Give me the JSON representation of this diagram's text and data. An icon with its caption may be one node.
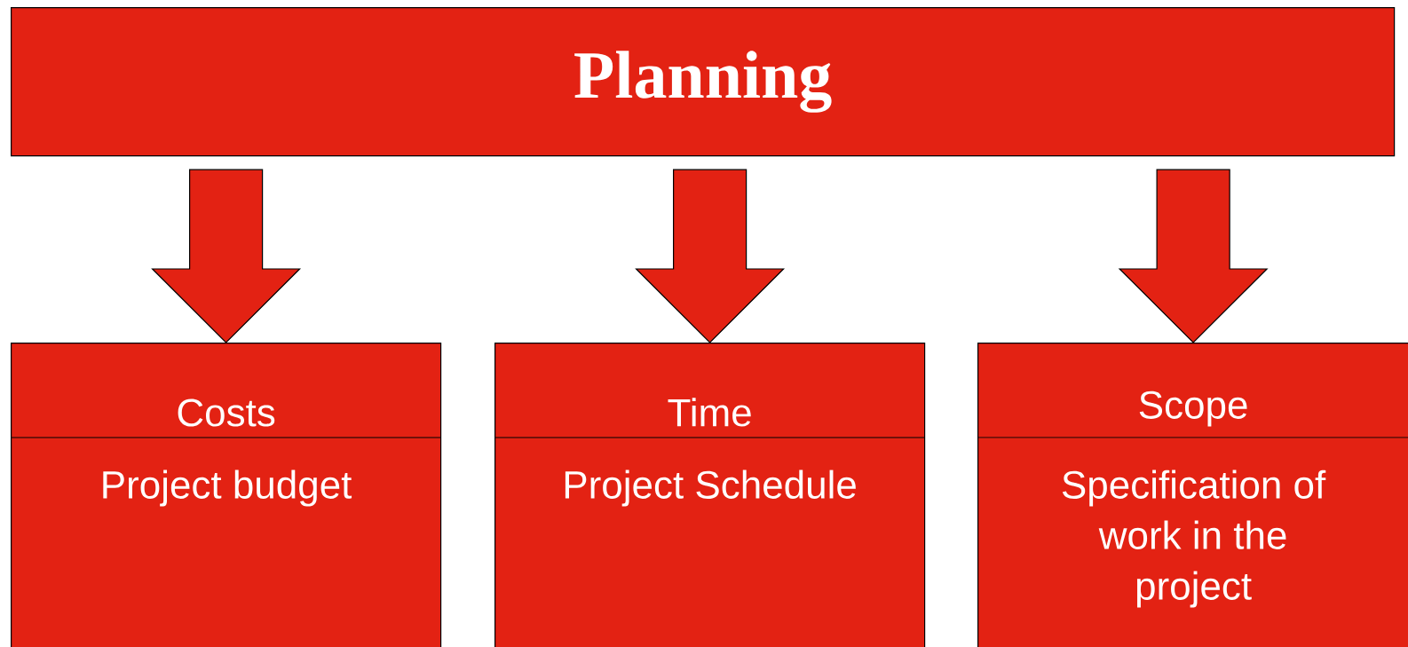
{
  "diagram": {
    "nodes": [
      {
        "text": [
          "Planning"
        ]
      },
      {
        "text": [
          "Costs",
          "Project budget"
        ]
      },
      {
        "text": [
          "Time",
          "Project Schedule"
        ]
      },
      {
        "text": [
          "Scope",
          "Specification of work in the project"
        ]
      }
    ],
    "edges": [
      {
        "from": 0,
        "to": 1,
        "arrow": "to"
      },
      {
        "from": 0,
        "to": 2,
        "arrow": "to"
      },
      {
        "from": 0,
        "to": 3,
        "arrow": "to"
      }
    ]
  }
}
